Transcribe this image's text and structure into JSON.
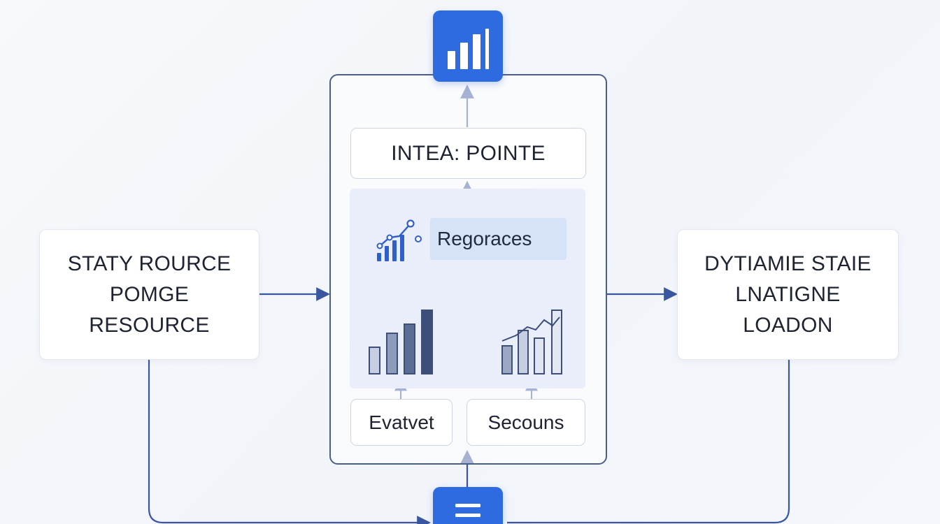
{
  "nodes": {
    "left": {
      "lines": [
        "STATY ROURCE",
        "POMGE",
        "RESOURCE"
      ]
    },
    "right": {
      "lines": [
        "DYTIAMIE STAIE",
        "LNATIGNE",
        "LOADON"
      ]
    },
    "top_label": "INTEA: POINTE",
    "middle_chip": "Regoraces",
    "bottom_left": "Evatvet",
    "bottom_right": "Secouns"
  },
  "icons": {
    "top_tile": "bar-chart-icon",
    "bottom_tile": "document-icon",
    "chip_icon": "trend-chart-icon"
  },
  "colors": {
    "accent_blue": "#2f6be0",
    "connector": "#3a56a0",
    "frame": "#4a5f85",
    "panel": "#e9eefa",
    "chip": "#d6e2f8",
    "bar_dark": "#3d4f78",
    "bar_mid": "#8e9cbc",
    "bar_light": "#c6cfe2"
  }
}
